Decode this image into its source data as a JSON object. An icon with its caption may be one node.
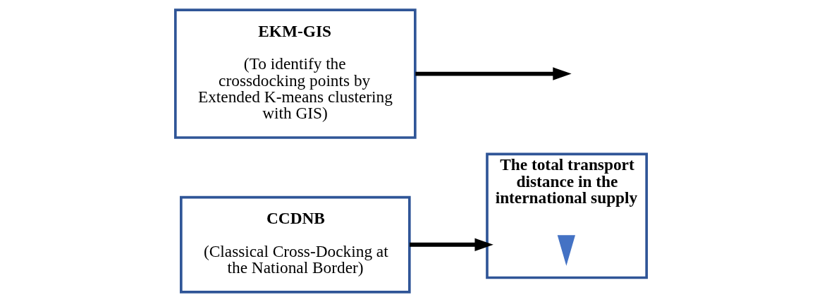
{
  "diagram": {
    "nodes": [
      {
        "text": [
          "CCDNB",
          "(Classical Cross-Docking at the National Border)"
        ]
      },
      {
        "text": [
          "The total transport distance in the international supply"
        ]
      },
      {
        "text": [
          "EKM-GIS",
          "(To identify the crossdocking points by Extended K-means clustering with GIS)"
        ]
      },
      {
        "text": [],
        "shape": "arrow",
        "in": 1
      }
    ],
    "edges": [
      {
        "from": 0,
        "to": 1,
        "arrow": "to"
      },
      {
        "from": 2,
        "to": null,
        "arrow": "to"
      }
    ]
  }
}
